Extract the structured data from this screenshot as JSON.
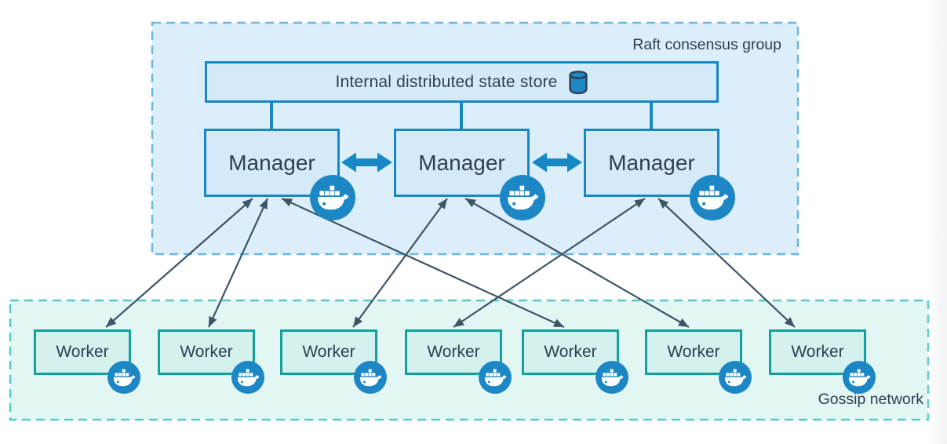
{
  "diagram": {
    "raft_group": {
      "label": "Raft consensus group",
      "state_store": {
        "label": "Internal distributed state store",
        "icon": "database-icon"
      },
      "managers": [
        {
          "id": "manager-1",
          "label": "Manager",
          "icon": "docker-whale-icon"
        },
        {
          "id": "manager-2",
          "label": "Manager",
          "icon": "docker-whale-icon"
        },
        {
          "id": "manager-3",
          "label": "Manager",
          "icon": "docker-whale-icon"
        }
      ]
    },
    "gossip_network": {
      "label": "Gossip network",
      "workers": [
        {
          "id": "worker-1",
          "label": "Worker",
          "icon": "docker-whale-icon"
        },
        {
          "id": "worker-2",
          "label": "Worker",
          "icon": "docker-whale-icon"
        },
        {
          "id": "worker-3",
          "label": "Worker",
          "icon": "docker-whale-icon"
        },
        {
          "id": "worker-4",
          "label": "Worker",
          "icon": "docker-whale-icon"
        },
        {
          "id": "worker-5",
          "label": "Worker",
          "icon": "docker-whale-icon"
        },
        {
          "id": "worker-6",
          "label": "Worker",
          "icon": "docker-whale-icon"
        },
        {
          "id": "worker-7",
          "label": "Worker",
          "icon": "docker-whale-icon"
        }
      ]
    },
    "connections": {
      "state_store_links": [
        {
          "from": "state-store",
          "to": "manager-1"
        },
        {
          "from": "state-store",
          "to": "manager-2"
        },
        {
          "from": "state-store",
          "to": "manager-3"
        }
      ],
      "manager_peer_links": [
        {
          "from": "manager-1",
          "to": "manager-2",
          "style": "thick-double-arrow"
        },
        {
          "from": "manager-2",
          "to": "manager-3",
          "style": "thick-double-arrow"
        }
      ],
      "manager_worker_links": [
        {
          "from": "manager-1",
          "to": "worker-1",
          "style": "double-arrow"
        },
        {
          "from": "manager-1",
          "to": "worker-2",
          "style": "double-arrow"
        },
        {
          "from": "manager-1",
          "to": "worker-5",
          "style": "double-arrow"
        },
        {
          "from": "manager-2",
          "to": "worker-3",
          "style": "double-arrow"
        },
        {
          "from": "manager-2",
          "to": "worker-6",
          "style": "double-arrow"
        },
        {
          "from": "manager-3",
          "to": "worker-4",
          "style": "double-arrow"
        },
        {
          "from": "manager-3",
          "to": "worker-7",
          "style": "double-arrow"
        }
      ]
    },
    "colors": {
      "raft_fill": "#dbeefa",
      "raft_border": "#69b7e3",
      "manager_fill": "#d5eaf8",
      "manager_border": "#1788c4",
      "gossip_fill": "#e2f6f4",
      "gossip_border": "#58cac1",
      "worker_fill": "#d4f1ee",
      "worker_border": "#10a29b",
      "thin_arrow": "#3c5566",
      "docker_badge": "#1d87c5",
      "text": "#2e4053"
    }
  }
}
